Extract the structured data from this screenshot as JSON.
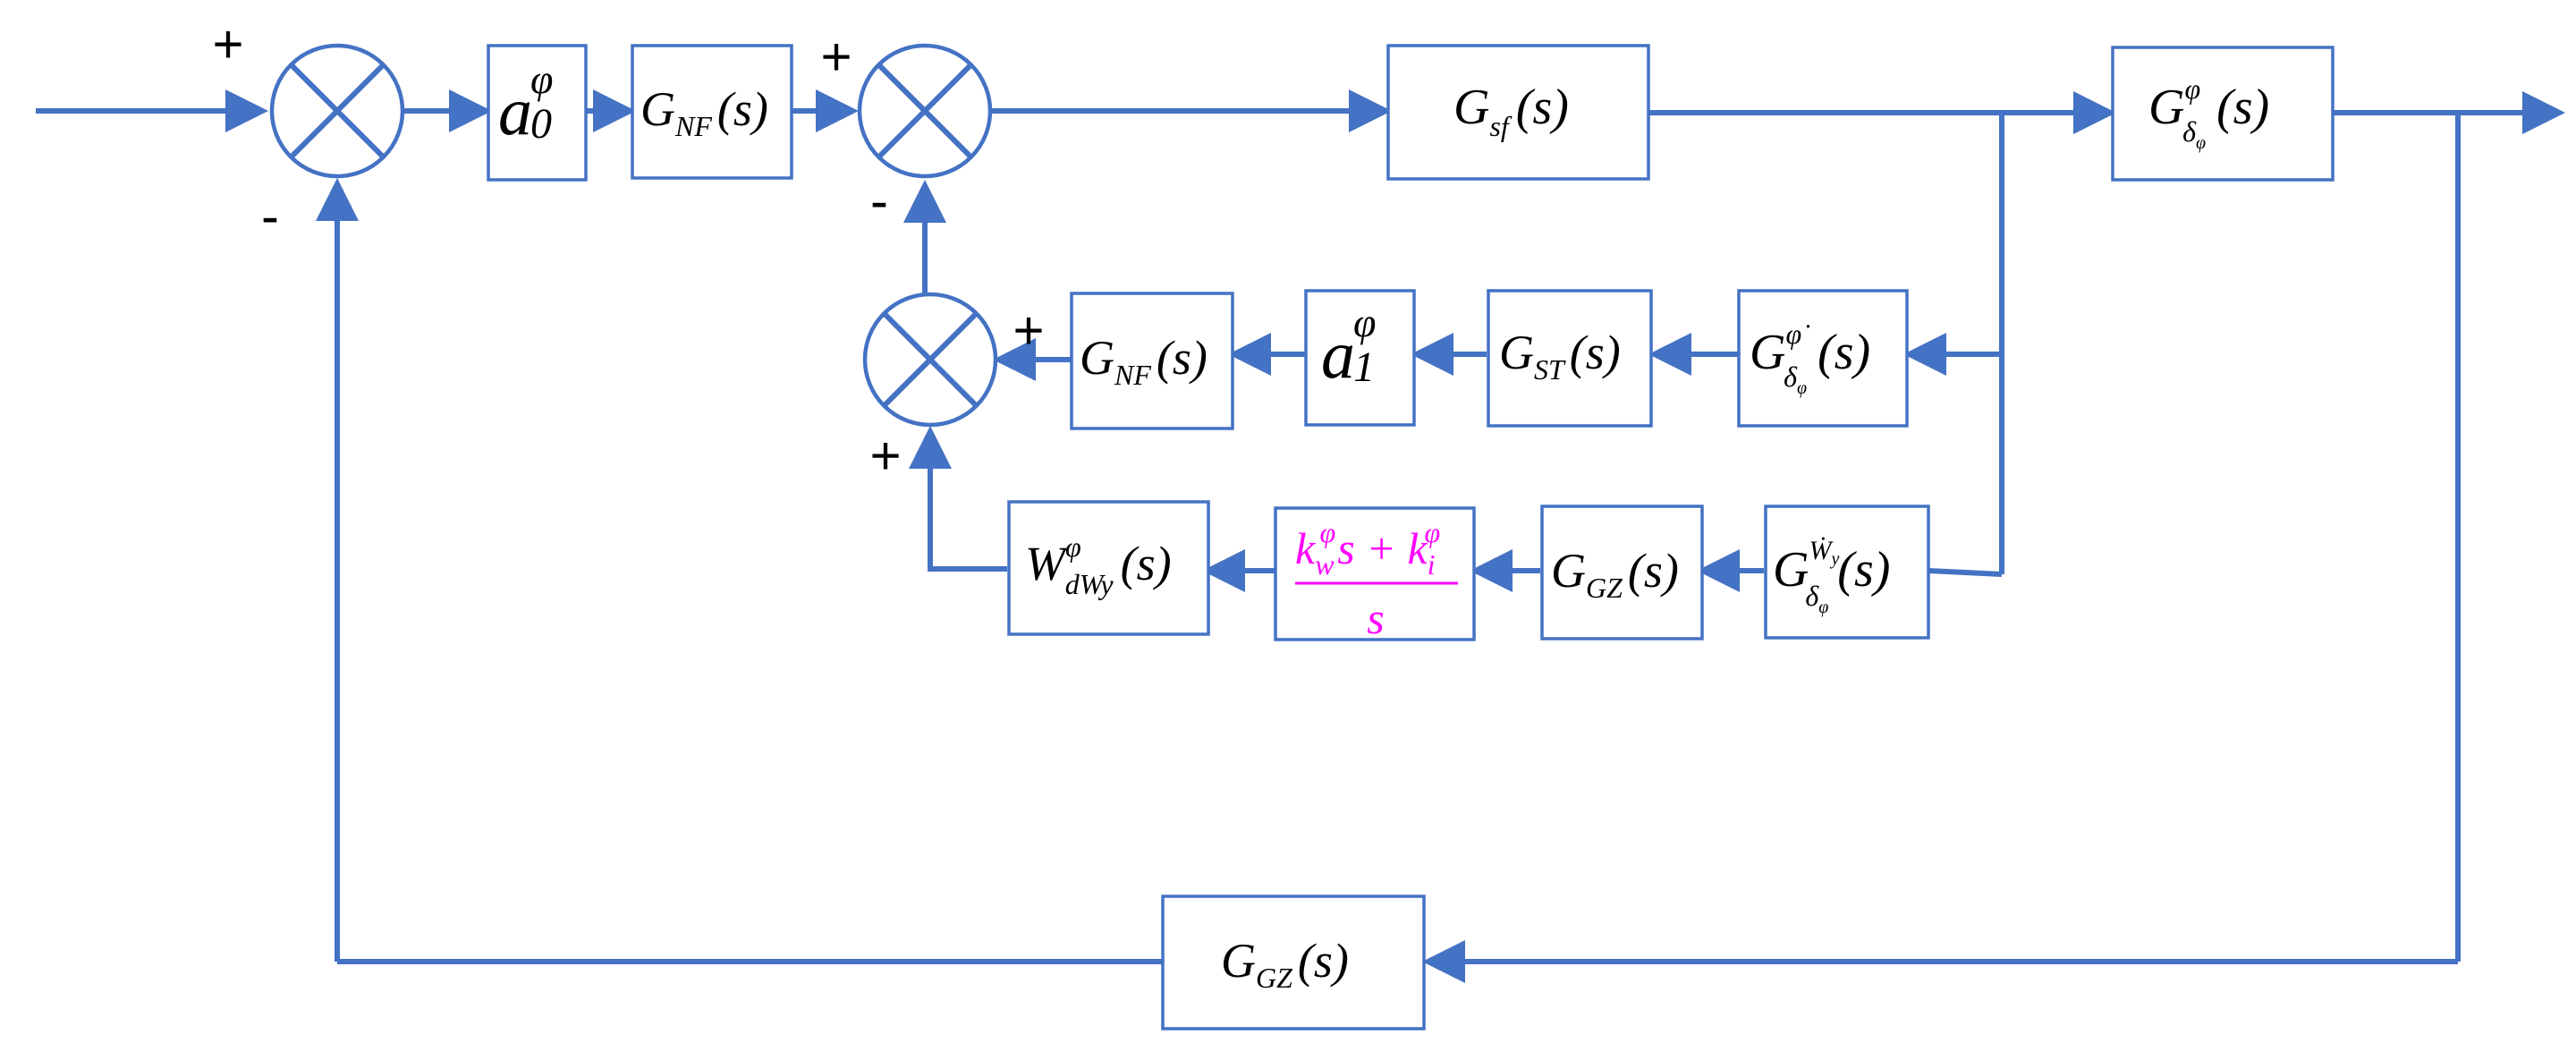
{
  "colors": {
    "line": "#4472C4",
    "highlight": "#FF00FF",
    "text": "#000000"
  },
  "signs": {
    "sum1_top": "+",
    "sum1_bottom": "-",
    "sum2_top": "+",
    "sum2_bottom": "-",
    "sum3_right": "+",
    "sum3_bottom": "+"
  },
  "blocks": {
    "a0": {
      "base": "a",
      "sub": "0",
      "sup": "φ"
    },
    "gnf_top": {
      "base": "G",
      "sub": "NF",
      "arg": "(s)"
    },
    "gsf": {
      "base": "G",
      "sub": "sf",
      "arg": "(s)"
    },
    "g_delta": {
      "base": "G",
      "sup": "φ",
      "sub": "δ",
      "subsub": "φ",
      "arg": "(s)"
    },
    "gnf_fb": {
      "base": "G",
      "sub": "NF",
      "arg": "(s)"
    },
    "a1": {
      "base": "a",
      "sub": "1",
      "sup": "φ"
    },
    "gst": {
      "base": "G",
      "sub": "ST",
      "arg": "(s)"
    },
    "g_delta_dot": {
      "base": "G",
      "sup": "φ̇",
      "sub": "δ",
      "subsub": "φ",
      "arg": "(s)"
    },
    "w_dwy": {
      "base": "W",
      "sup": "φ",
      "sub": "dWy",
      "arg": "(s)"
    },
    "pi_ctrl": {
      "kw": "k",
      "kw_sub": "w",
      "kw_sup": "φ",
      "mid": "s + ",
      "ki": "k",
      "ki_sub": "i",
      "ki_sup": "φ",
      "den": "s"
    },
    "ggz_fb": {
      "base": "G",
      "sub": "GZ",
      "arg": "(s)"
    },
    "g_wy": {
      "base": "G",
      "sup": "Ẇ",
      "supsub": "y",
      "sub": "δ",
      "subsub": "φ",
      "arg": "(s)"
    },
    "ggz_outer": {
      "base": "G",
      "sub": "GZ",
      "arg": "(s)"
    }
  }
}
